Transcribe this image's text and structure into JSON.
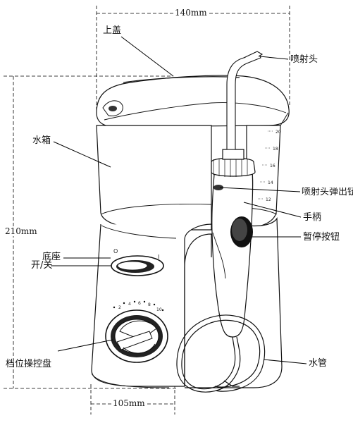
{
  "dimensions": {
    "width_top": "140mm",
    "height": "210mm",
    "width_bottom": "105mm"
  },
  "labels": {
    "lid": "上盖",
    "tank": "水箱",
    "base": "底座",
    "power_switch": "开/关",
    "pressure_dial": "档位操控盘",
    "nozzle": "喷射头",
    "nozzle_eject": "喷射头弹出钮",
    "handle": "手柄",
    "pause_button": "暂停按钮",
    "hose": "水管"
  },
  "switch_marks": {
    "off": "O",
    "on": "I"
  },
  "dial_numbers": [
    "2",
    "4",
    "6",
    "8",
    "10"
  ],
  "tank_scale": [
    "20",
    "18",
    "16",
    "14",
    "12"
  ]
}
